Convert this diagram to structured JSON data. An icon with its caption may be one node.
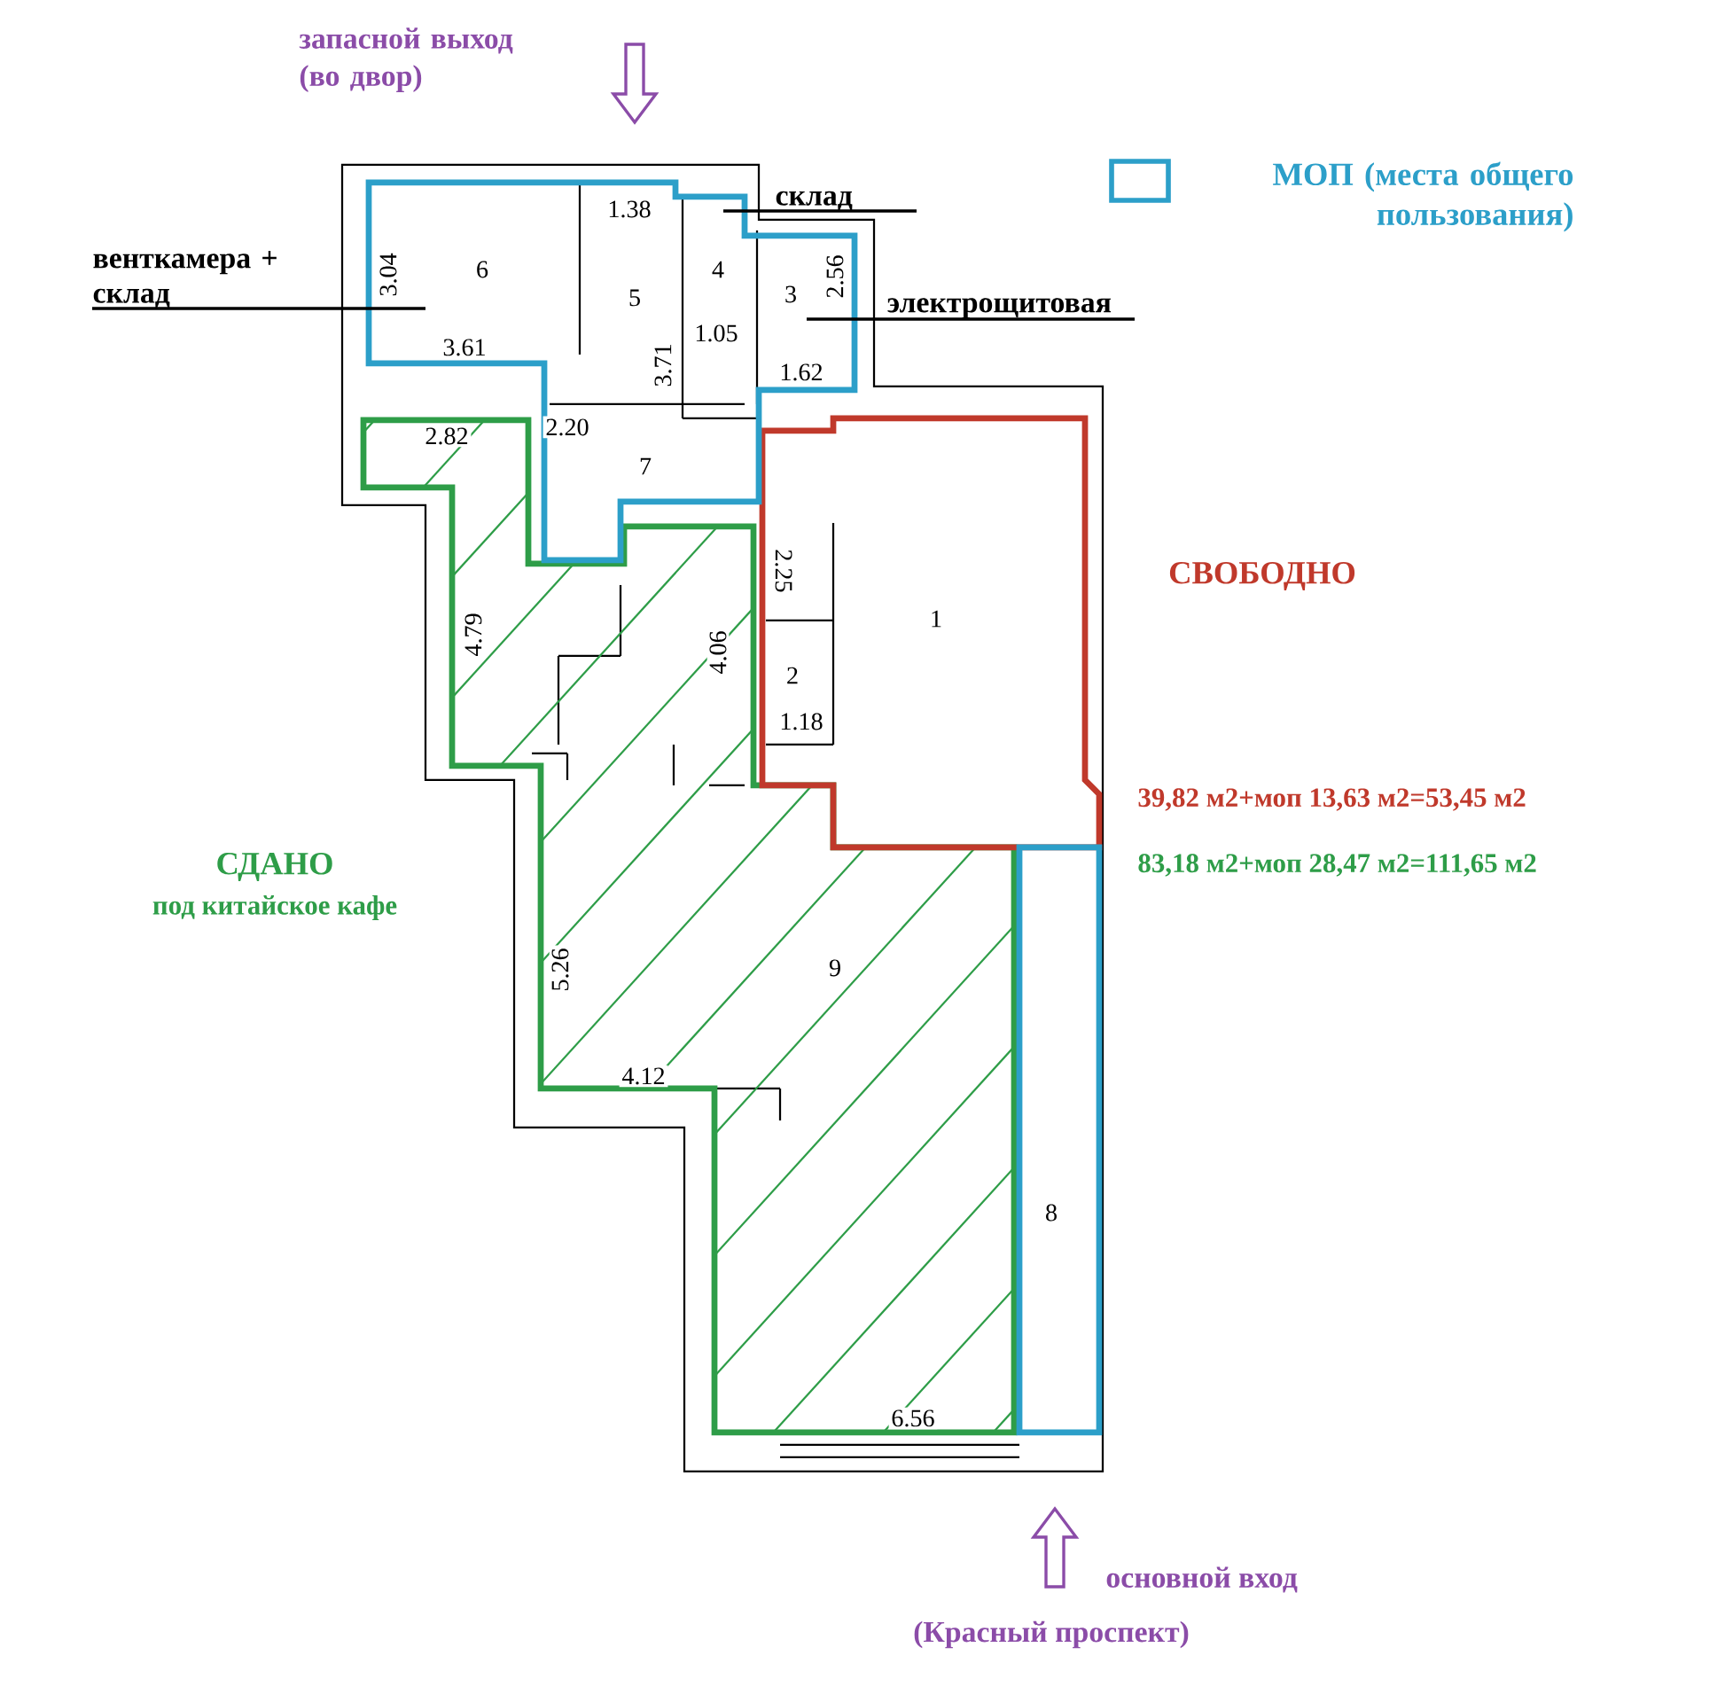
{
  "diagram": {
    "nodes": [
      {
        "text": [
          "венткамера + склад"
        ]
      },
      {
        "text": [
          "склад"
        ]
      },
      {
        "text": [
          "электрощитовая"
        ]
      }
    ],
    "edges": [
      {
        "from": 0,
        "to": null,
        "arrow": "none"
      },
      {
        "from": 1,
        "to": null,
        "arrow": "none"
      },
      {
        "from": 2,
        "to": null,
        "arrow": "none"
      }
    ],
    "labels": [
      "запасной выход (во двор)",
      "1.38",
      "3.04",
      "6",
      "5",
      "4",
      "3",
      "2.56",
      "1.05",
      "3.61",
      "3.71",
      "1.62",
      "2.82",
      "2.20",
      "7",
      "СВОБОДНО",
      "2.25",
      "1",
      "4.79",
      "4.06",
      "2",
      "1.18",
      "39,82 м2+моп 13,63 м2=53,45 м2",
      "СДАНО",
      "83,18 м2+моп 28,47 м2=111,65 м2",
      "под китайское кафе",
      "5.26",
      "9",
      "4.12",
      "8",
      "6.56",
      "основной вход",
      "(Красный проспект)"
    ],
    "legend": [
      {
        "text": "МОП (места общего пользования)"
      }
    ]
  }
}
